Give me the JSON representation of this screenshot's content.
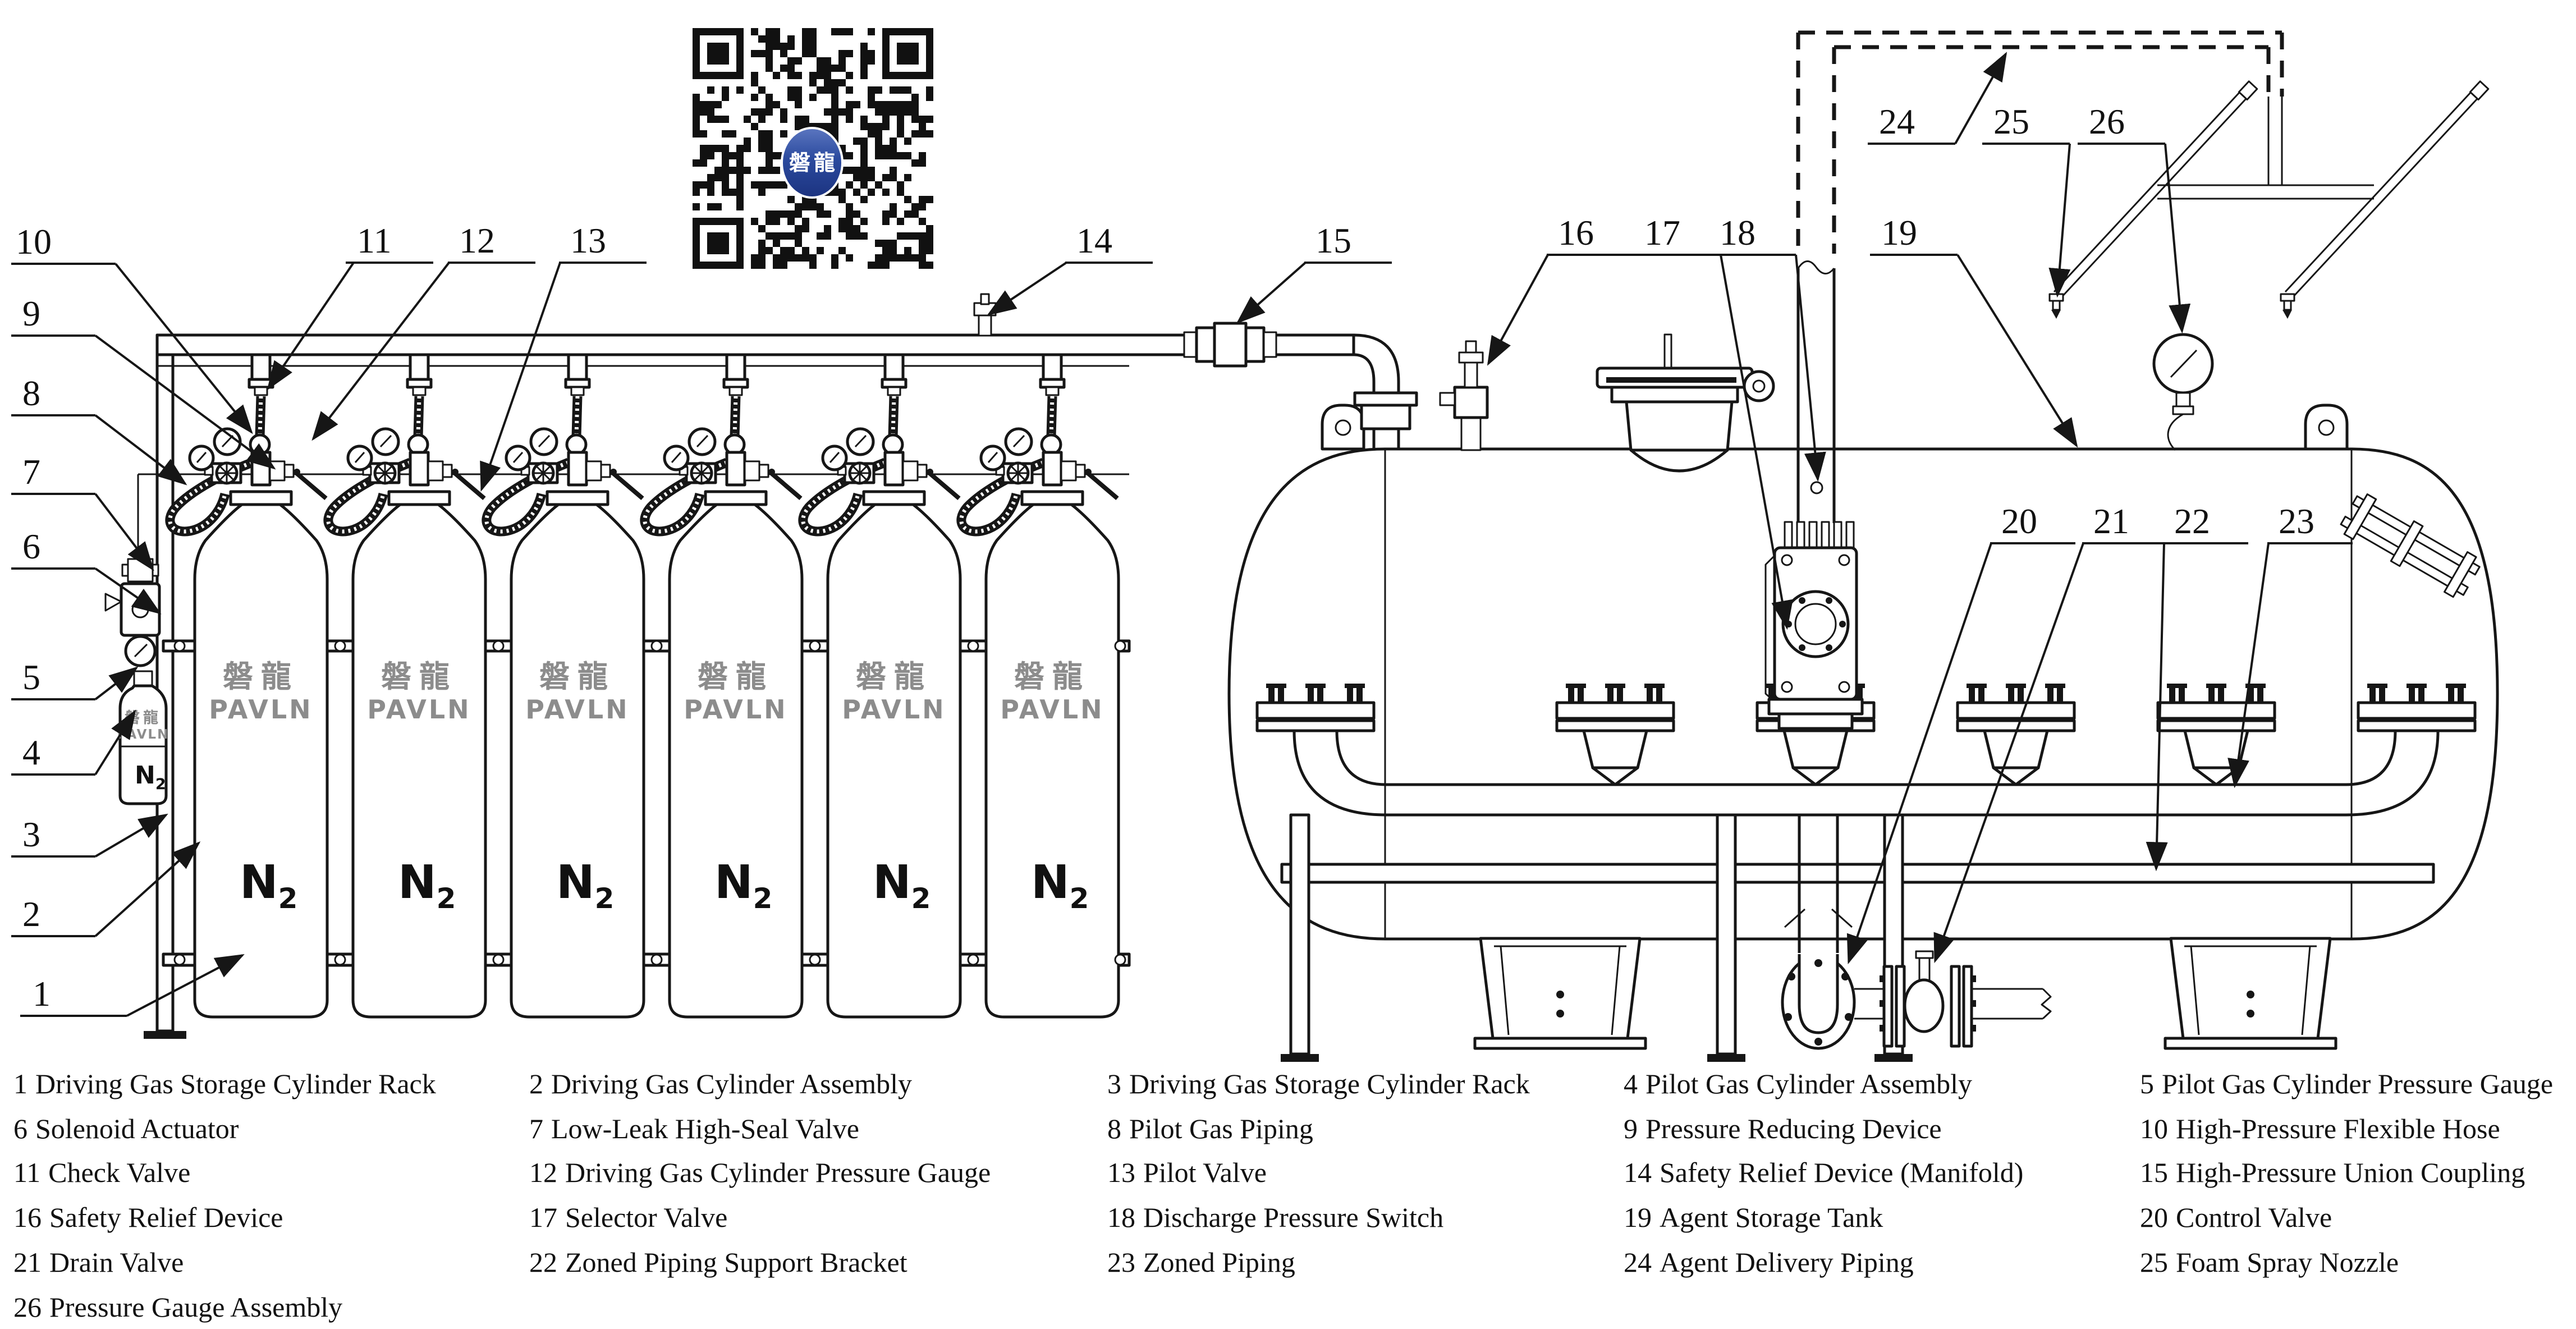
{
  "page": {
    "background": "#ffffff",
    "line_color": "#161616"
  },
  "qr": {
    "logo_text": "磐龍",
    "color": "#2b4a9e"
  },
  "brand": {
    "cn": "磐龍",
    "en": "PAVLN",
    "text_color": "#8c8c8c"
  },
  "gas": {
    "symbol": "N",
    "sub": "2"
  },
  "cylinders": {
    "count": 6
  },
  "callouts": [
    {
      "num": "1"
    },
    {
      "num": "2"
    },
    {
      "num": "3"
    },
    {
      "num": "4"
    },
    {
      "num": "5"
    },
    {
      "num": "6"
    },
    {
      "num": "7"
    },
    {
      "num": "8"
    },
    {
      "num": "9"
    },
    {
      "num": "10"
    },
    {
      "num": "11"
    },
    {
      "num": "12"
    },
    {
      "num": "13"
    },
    {
      "num": "14"
    },
    {
      "num": "15"
    },
    {
      "num": "16"
    },
    {
      "num": "17"
    },
    {
      "num": "18"
    },
    {
      "num": "19"
    },
    {
      "num": "20"
    },
    {
      "num": "21"
    },
    {
      "num": "22"
    },
    {
      "num": "23"
    },
    {
      "num": "24"
    },
    {
      "num": "25"
    },
    {
      "num": "26"
    }
  ],
  "legend": {
    "items": [
      {
        "num": "1",
        "name": "Driving Gas Storage Cylinder Rack"
      },
      {
        "num": "2",
        "name": "Driving Gas Cylinder Assembly"
      },
      {
        "num": "3",
        "name": "Driving Gas Storage Cylinder Rack"
      },
      {
        "num": "4",
        "name": "Pilot Gas Cylinder Assembly"
      },
      {
        "num": "5",
        "name": "Pilot Gas Cylinder Pressure Gauge"
      },
      {
        "num": "6",
        "name": "Solenoid Actuator"
      },
      {
        "num": "7",
        "name": "Low-Leak High-Seal Valve"
      },
      {
        "num": "8",
        "name": "Pilot Gas Piping"
      },
      {
        "num": "9",
        "name": "Pressure Reducing Device"
      },
      {
        "num": "10",
        "name": "High-Pressure Flexible Hose"
      },
      {
        "num": "11",
        "name": "Check Valve"
      },
      {
        "num": "12",
        "name": "Driving Gas Cylinder Pressure Gauge"
      },
      {
        "num": "13",
        "name": "Pilot Valve"
      },
      {
        "num": "14",
        "name": "Safety Relief Device (Manifold)"
      },
      {
        "num": "15",
        "name": "High-Pressure Union Coupling"
      },
      {
        "num": "16",
        "name": "Safety Relief Device"
      },
      {
        "num": "17",
        "name": "Selector Valve"
      },
      {
        "num": "18",
        "name": "Discharge Pressure Switch"
      },
      {
        "num": "19",
        "name": "Agent Storage Tank"
      },
      {
        "num": "20",
        "name": "Control Valve"
      },
      {
        "num": "21",
        "name": "Drain Valve"
      },
      {
        "num": "22",
        "name": "Zoned Piping Support Bracket"
      },
      {
        "num": "23",
        "name": "Zoned Piping"
      },
      {
        "num": "24",
        "name": "Agent Delivery Piping"
      },
      {
        "num": "25",
        "name": "Foam Spray Nozzle"
      },
      {
        "num": "26",
        "name": "Pressure Gauge Assembly"
      }
    ]
  }
}
